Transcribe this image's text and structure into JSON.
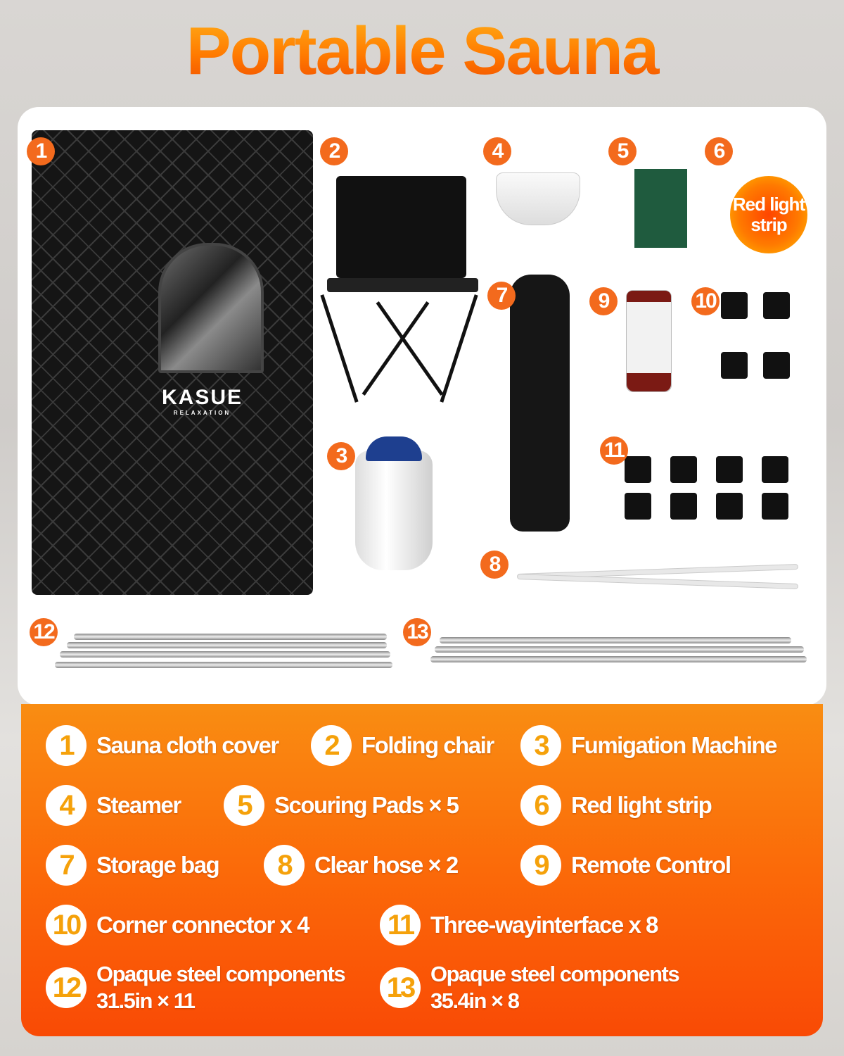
{
  "title": "Portable Sauna",
  "brand": {
    "name": "KASUE",
    "tagline": "RELAXATION"
  },
  "image_badges": [
    "1",
    "2",
    "3",
    "4",
    "5",
    "6",
    "7",
    "8",
    "9",
    "10",
    "11",
    "12",
    "13"
  ],
  "red_light_label": "Red light strip",
  "colors": {
    "badge": "#f36a1d",
    "panel_top": "#f98d12",
    "panel_bottom": "#f94a05",
    "number_text": "#f5a10a"
  },
  "items": [
    {
      "num": "1",
      "label": "Sauna cloth cover"
    },
    {
      "num": "2",
      "label": "Folding chair"
    },
    {
      "num": "3",
      "label": "Fumigation Machine"
    },
    {
      "num": "4",
      "label": "Steamer"
    },
    {
      "num": "5",
      "label": "Scouring Pads × 5"
    },
    {
      "num": "6",
      "label": "Red light strip"
    },
    {
      "num": "7",
      "label": "Storage bag"
    },
    {
      "num": "8",
      "label": "Clear hose × 2"
    },
    {
      "num": "9",
      "label": "Remote Control"
    },
    {
      "num": "10",
      "label": "Corner connector x 4"
    },
    {
      "num": "11",
      "label": "Three-wayinterface x 8"
    },
    {
      "num": "12",
      "label": "Opaque steel components",
      "sub": "31.5in × 11"
    },
    {
      "num": "13",
      "label": "Opaque steel components",
      "sub": "35.4in × 8"
    }
  ]
}
